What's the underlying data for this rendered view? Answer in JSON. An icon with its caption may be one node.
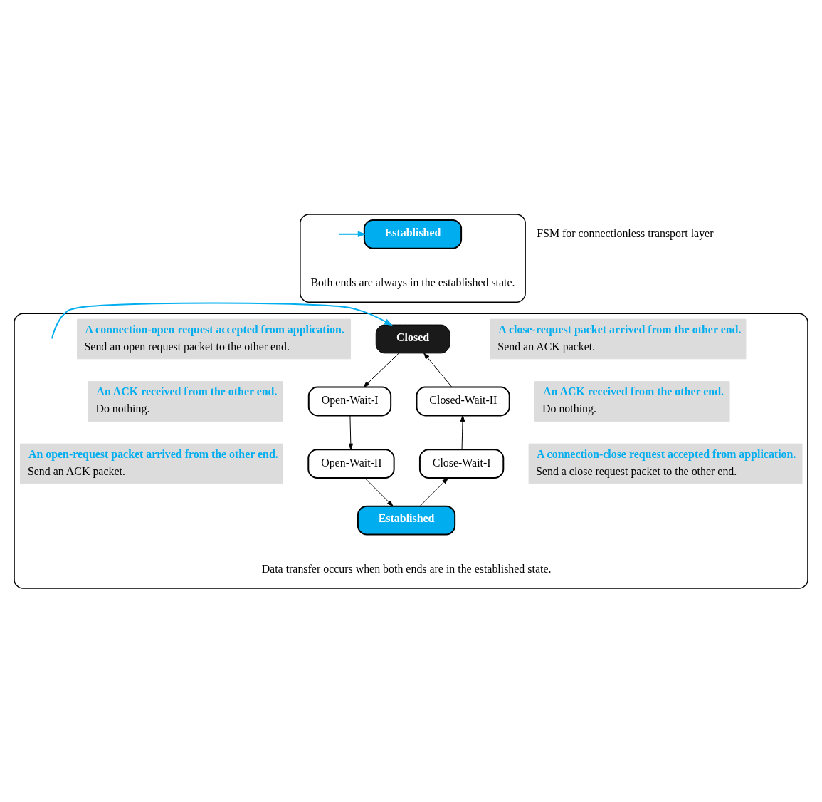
{
  "diagram": {
    "nodes": [
      {
        "text": [],
        "shape": "box"
      },
      {
        "text": [
          "Established"
        ],
        "in": 0,
        "beside": [
          "Both ends are always in the established state."
        ]
      },
      {
        "text": [],
        "shape": "box"
      },
      {
        "text": [
          "A connection-open request accepted from application.",
          "Send an open request packet to the other end."
        ],
        "in": 2
      },
      {
        "text": [
          "Closed"
        ],
        "in": 2
      },
      {
        "text": [
          "A close-request packet arrived from the other end.",
          "Send an ACK packet."
        ],
        "in": 2
      },
      {
        "text": [
          "Open-Wait-I"
        ],
        "in": 2
      },
      {
        "text": [
          "Closed-Wait-II"
        ],
        "in": 2
      },
      {
        "text": [
          "An ACK received from the other end.",
          "Do nothing."
        ],
        "in": 2
      },
      {
        "text": [
          "An ACK received from the other end.",
          "Do nothing."
        ],
        "in": 2
      },
      {
        "text": [
          "Open-Wait-II"
        ],
        "in": 2
      },
      {
        "text": [
          "Close-Wait-I"
        ],
        "in": 2
      },
      {
        "text": [
          "An open-request packet arrived from the other end.",
          "Send an ACK packet."
        ],
        "in": 2
      },
      {
        "text": [
          "Established"
        ],
        "in": 2,
        "beside": [
          "Data transfer occurs when both ends are in the established state."
        ]
      },
      {
        "text": [
          "A connection-close request accepted from application.",
          "Send a close request packet to the other end."
        ],
        "in": 2
      }
    ],
    "edges": [
      {
        "from": null,
        "to": 1,
        "arrow": "to",
        "color": "#00aeef"
      },
      {
        "from": null,
        "to": 4,
        "arrow": "to",
        "color": "#00aeef"
      },
      {
        "from": 4,
        "to": 6,
        "arrow": "to"
      },
      {
        "from": 6,
        "to": 10,
        "arrow": "to"
      },
      {
        "from": 10,
        "to": 13,
        "arrow": "to"
      },
      {
        "from": 13,
        "to": 11,
        "arrow": "to"
      },
      {
        "from": 11,
        "to": 7,
        "arrow": "to"
      },
      {
        "from": 7,
        "to": 4,
        "arrow": "to"
      }
    ],
    "labels": [
      "FSM for connectionless transport layer"
    ]
  }
}
